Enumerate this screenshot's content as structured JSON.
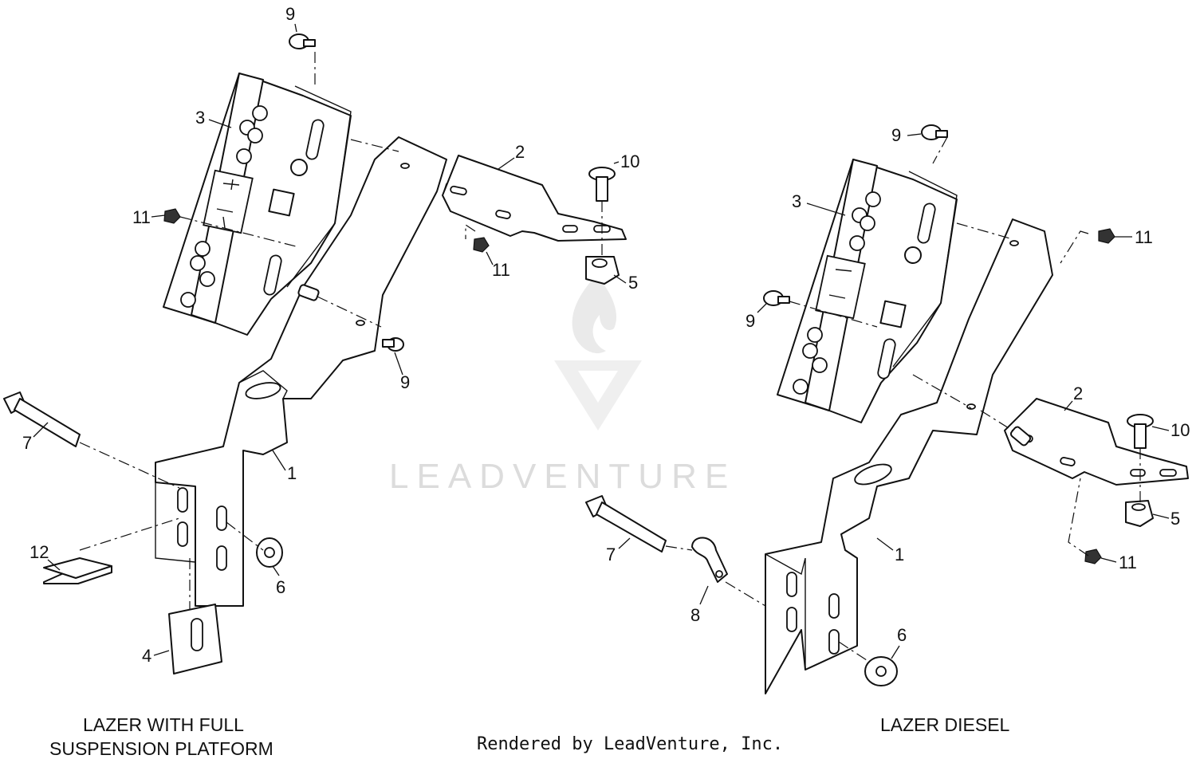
{
  "diagram": {
    "watermark": "LEADVENTURE",
    "footer": "Rendered by LeadVenture, Inc.",
    "left_assembly": {
      "caption_line1": "LAZER WITH FULL",
      "caption_line2": "SUSPENSION PLATFORM",
      "callouts": [
        "9",
        "3",
        "2",
        "10",
        "11",
        "11",
        "5",
        "9",
        "7",
        "1",
        "12",
        "6",
        "4"
      ]
    },
    "right_assembly": {
      "caption": "LAZER DIESEL",
      "callouts": [
        "9",
        "3",
        "11",
        "9",
        "2",
        "10",
        "7",
        "1",
        "5",
        "11",
        "8",
        "6"
      ]
    }
  }
}
